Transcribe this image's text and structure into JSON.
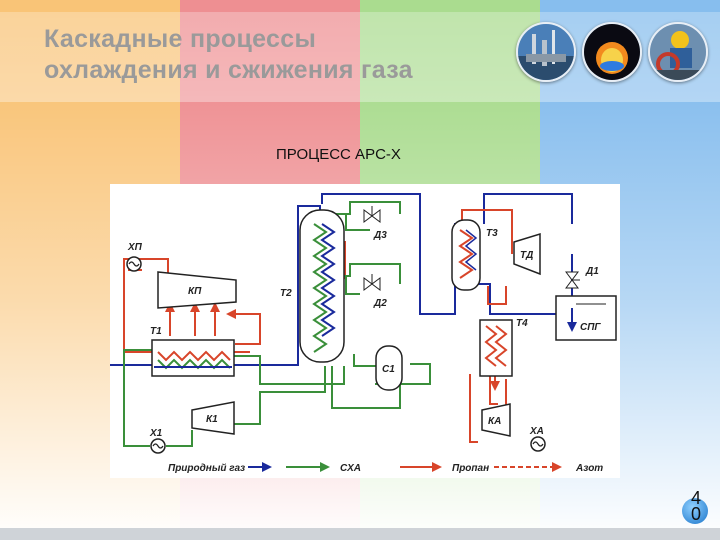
{
  "slide": {
    "title_line1": "Каскадные процессы",
    "title_line2": "охлаждения и сжижения газа",
    "subtitle": "ПРОЦЕСС APC-X",
    "page_number_top": "4",
    "page_number_bottom": "0"
  },
  "photos": [
    "refinery-photo",
    "gas-flame-photo",
    "worker-valve-photo"
  ],
  "diagram": {
    "labels": {
      "hp": "ХП",
      "kp": "КП",
      "t1": "Т1",
      "t2": "Т2",
      "t3": "Т3",
      "t4": "Т4",
      "d1": "Д1",
      "d2": "Д2",
      "d3": "Д3",
      "td": "ТД",
      "c1": "С1",
      "spg": "СПГ",
      "k1": "К1",
      "x1": "Х1",
      "ka": "КА",
      "xa": "ХА"
    },
    "legend": {
      "natural_gas": "Природный газ",
      "mixed_refrigerant": "СХА",
      "propane": "Пропан",
      "nitrogen": "Азот"
    },
    "colors": {
      "natural_gas": "#1a2a9c",
      "mixed_refrigerant": "#3a8f3a",
      "propane": "#d8452a",
      "nitrogen": "#c0392b"
    }
  }
}
